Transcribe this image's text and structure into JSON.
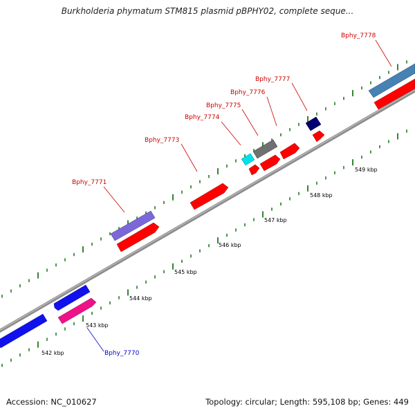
{
  "title": "Burkholderia phymatum STM815 plasmid pBPHY02, complete seque...",
  "footer": {
    "accession": "Accession: NC_010627",
    "summary": "Topology: circular; Length: 595,108 bp; Genes: 449"
  },
  "kbp_labels": [
    "542 kbp",
    "543 kbp",
    "544 kbp",
    "545 kbp",
    "546 kbp",
    "547 kbp",
    "548 kbp",
    "549 kbp"
  ],
  "colors": {
    "backbone": "#8c8c8c",
    "cds": "#ff0000",
    "label_red": "#cc0000",
    "label_blue": "#0000cc",
    "tick": "#006600",
    "blue_feature": "#1111ee",
    "pink_feature": "#ee1188",
    "purple_feature": "#7b68d8",
    "cyan_feature": "#00e0ee",
    "gray_feature": "#707070",
    "navy_feature": "#000070",
    "steelblue_feature": "#4682b4"
  },
  "gene_labels": [
    {
      "label": "Bphy_7770",
      "color": "#0000cc"
    },
    {
      "label": "Bphy_7771",
      "color": "#cc0000"
    },
    {
      "label": "Bphy_7773",
      "color": "#cc0000"
    },
    {
      "label": "Bphy_7774",
      "color": "#cc0000"
    },
    {
      "label": "Bphy_7775",
      "color": "#cc0000"
    },
    {
      "label": "Bphy_7776",
      "color": "#cc0000"
    },
    {
      "label": "Bphy_7777",
      "color": "#cc0000"
    },
    {
      "label": "Bphy_7778",
      "color": "#cc0000"
    }
  ]
}
